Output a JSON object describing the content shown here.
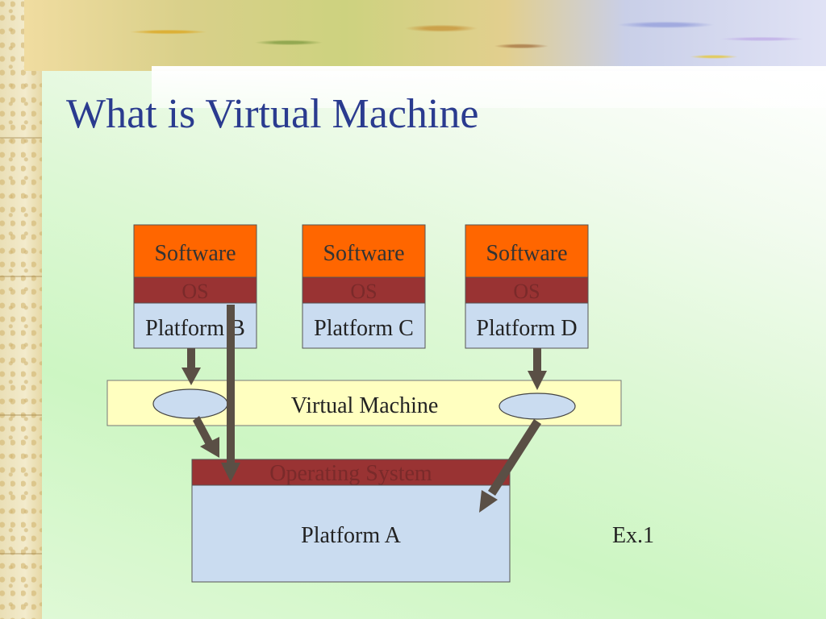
{
  "slide": {
    "title": "What is Virtual Machine",
    "example_label": "Ex.1"
  },
  "diagram": {
    "stacks": [
      {
        "software": "Software",
        "os": "OS",
        "platform": "Platform B"
      },
      {
        "software": "Software",
        "os": "OS",
        "platform": "Platform C"
      },
      {
        "software": "Software",
        "os": "OS",
        "platform": "Platform D"
      }
    ],
    "virtual_machine": "Virtual Machine",
    "host_os": "Operating System",
    "host_platform": "Platform A"
  },
  "colors": {
    "software": "#ff6600",
    "os": "#993333",
    "platform": "#cadcf0",
    "virtual_machine": "#ffffc0",
    "arrow": "#5a4f45",
    "title": "#2a3b8f"
  }
}
